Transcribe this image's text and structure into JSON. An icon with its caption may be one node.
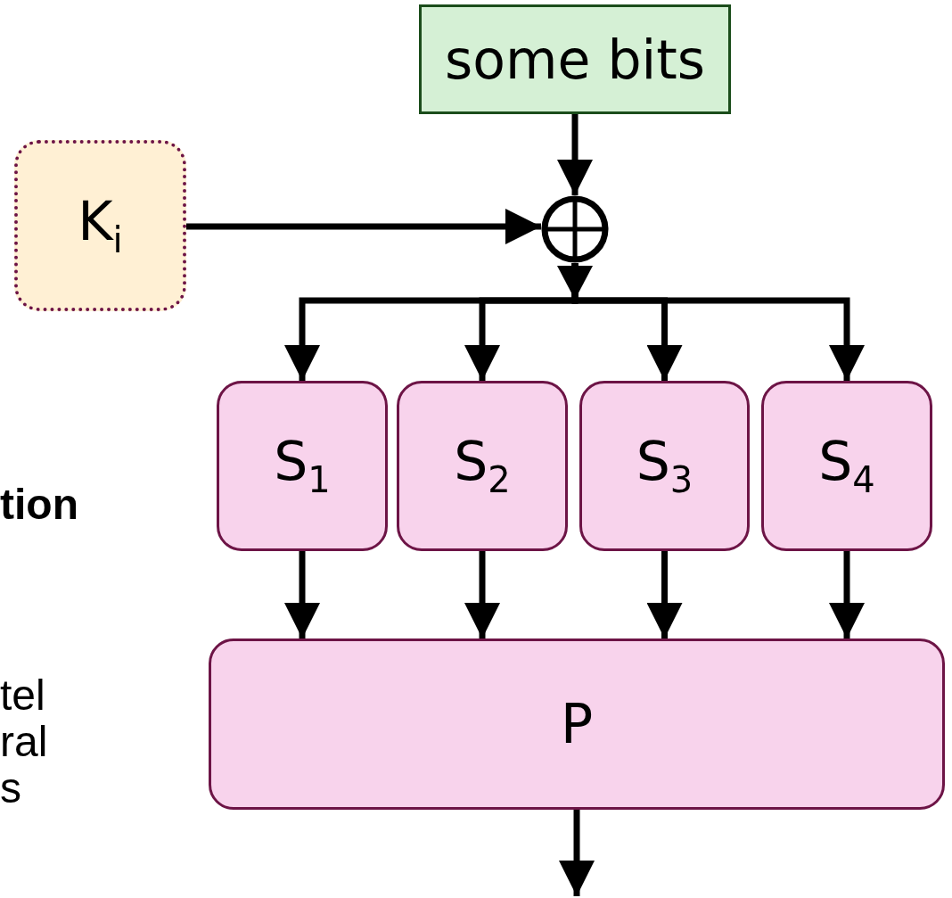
{
  "diagram": {
    "nodes": [
      {
        "text": [
          "some bits"
        ]
      },
      {
        "text": [
          "K$_{i}$"
        ]
      },
      {
        "text": [],
        "shape": "circle"
      },
      {
        "text": [
          "S$_{1}$"
        ]
      },
      {
        "text": [
          "S$_{2}$"
        ]
      },
      {
        "text": [
          "S$_{3}$"
        ]
      },
      {
        "text": [
          "S$_{4}$"
        ]
      },
      {
        "text": [
          "P"
        ]
      }
    ],
    "edges": [
      {
        "from": 0,
        "to": 2,
        "arrow": "to"
      },
      {
        "from": 1,
        "to": 2,
        "arrow": "to"
      },
      {
        "from": 2,
        "to": 3,
        "arrow": "to"
      },
      {
        "from": 2,
        "to": 4,
        "arrow": "to"
      },
      {
        "from": 2,
        "to": 5,
        "arrow": "to"
      },
      {
        "from": 2,
        "to": 6,
        "arrow": "to"
      },
      {
        "from": 3,
        "to": 7,
        "arrow": "to"
      },
      {
        "from": 4,
        "to": 7,
        "arrow": "to"
      },
      {
        "from": 5,
        "to": 7,
        "arrow": "to"
      },
      {
        "from": 6,
        "to": 7,
        "arrow": "to"
      },
      {
        "from": 7,
        "to": null,
        "arrow": "to"
      }
    ],
    "labels": [
      "tion",
      "tel ral s"
    ]
  }
}
